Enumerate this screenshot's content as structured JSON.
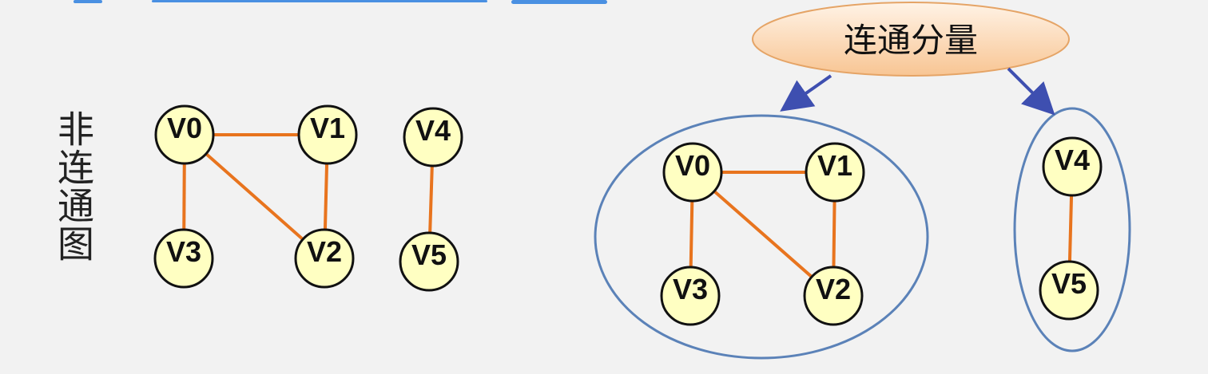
{
  "side_label": "非连通图",
  "component_label": "连通分量",
  "colors": {
    "background": "#f2f2f2",
    "edge": "#e8741e",
    "node_fill": "#ffffc2",
    "node_stroke": "#111111",
    "component_outline": "#5b82b8",
    "arrow": "#3e4fb0",
    "bubble_top": "#fff3e6",
    "bubble_bottom": "#f8c593",
    "bubble_stroke": "#e5a466",
    "title_fragment": "#4a90e2"
  },
  "graph": {
    "nodes": [
      "V0",
      "V1",
      "V2",
      "V3",
      "V4",
      "V5"
    ],
    "edges": [
      [
        "V0",
        "V1"
      ],
      [
        "V0",
        "V2"
      ],
      [
        "V0",
        "V3"
      ],
      [
        "V1",
        "V2"
      ],
      [
        "V4",
        "V5"
      ]
    ]
  },
  "components": [
    {
      "nodes": [
        "V0",
        "V1",
        "V2",
        "V3"
      ]
    },
    {
      "nodes": [
        "V4",
        "V5"
      ]
    }
  ]
}
